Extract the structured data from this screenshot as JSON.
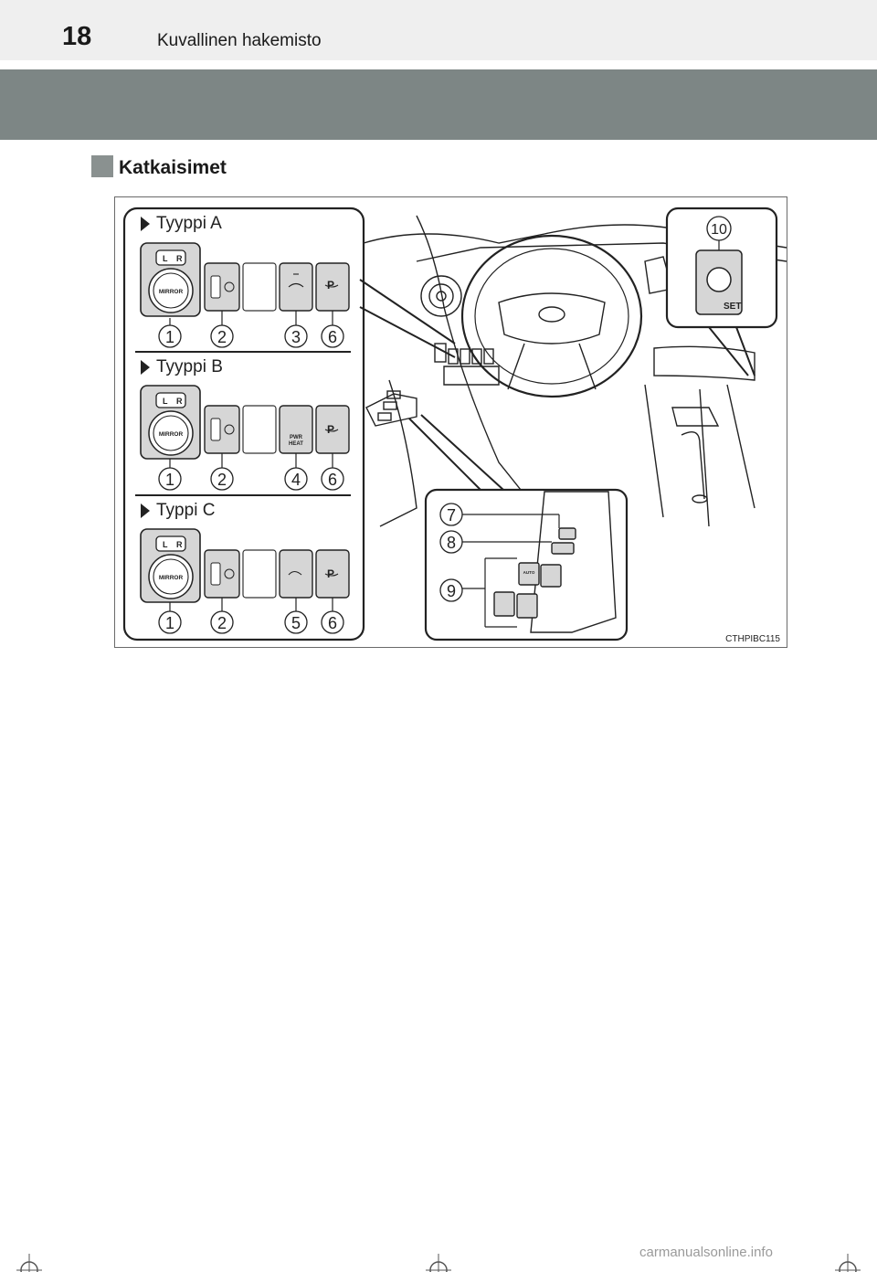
{
  "header": {
    "page_number": "18",
    "title": "Kuvallinen hakemisto"
  },
  "section": {
    "title": "Katkaisimet"
  },
  "figure": {
    "types": [
      {
        "label": "Tyyppi A",
        "callouts": [
          "1",
          "2",
          "3",
          "6"
        ]
      },
      {
        "label": "Tyyppi B",
        "callouts": [
          "1",
          "2",
          "4",
          "6"
        ]
      },
      {
        "label": "Typpi C",
        "callouts": [
          "1",
          "2",
          "5",
          "6"
        ]
      }
    ],
    "switch_texts": {
      "mirror_l": "L",
      "mirror_r": "R",
      "mirror": "MIRROR",
      "pwr": "PWR",
      "heat": "HEAT",
      "p": "P",
      "set": "SET",
      "auto": "AUTO"
    },
    "inset_callouts": [
      "7",
      "8",
      "9"
    ],
    "callout_10": "10",
    "code": "CTHPIBC115"
  },
  "footer": {
    "watermark": "carmanualsonline.info"
  }
}
